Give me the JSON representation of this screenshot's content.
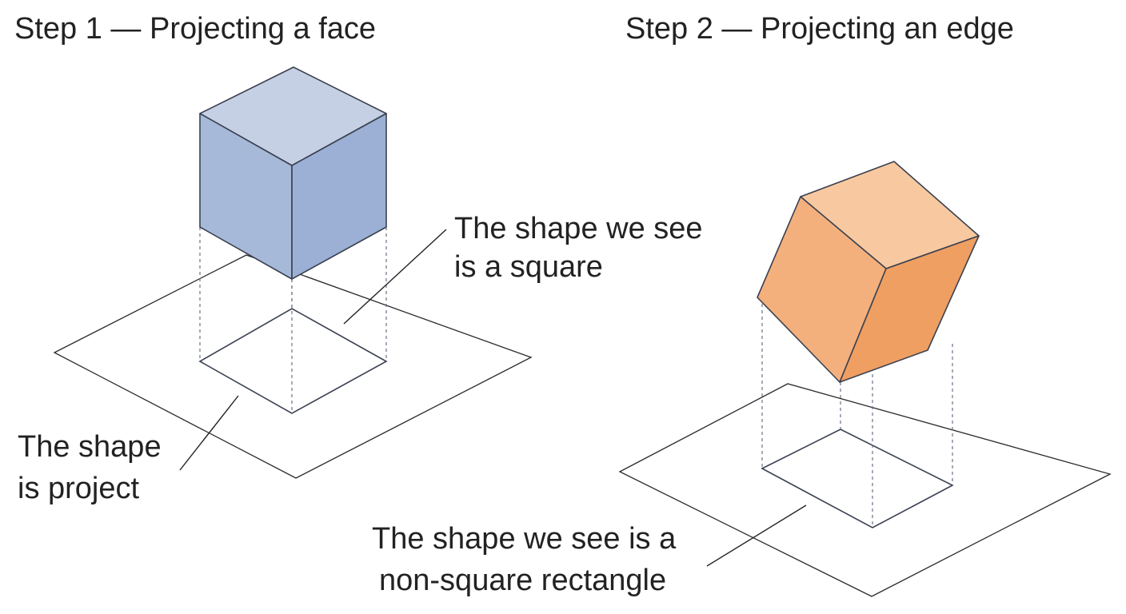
{
  "step1": {
    "title": "Step 1 — Projecting a face",
    "callout_top": [
      "The shape we see",
      "is a square"
    ],
    "callout_bottom": [
      "The shape",
      "is project"
    ]
  },
  "step2": {
    "title": "Step 2 — Projecting an edge",
    "callout": [
      "The shape we see is a",
      "non-square rectangle"
    ]
  },
  "colors": {
    "blue_top": "#c5d0e5",
    "blue_front": "#a7b9d8",
    "blue_side": "#9bb0d4",
    "orange_top": "#f8c9a0",
    "orange_front": "#f4b07c",
    "orange_side": "#f09f62",
    "outline": "#3a4150",
    "plane": "#2a2a2a",
    "dash": "#6a7386"
  }
}
